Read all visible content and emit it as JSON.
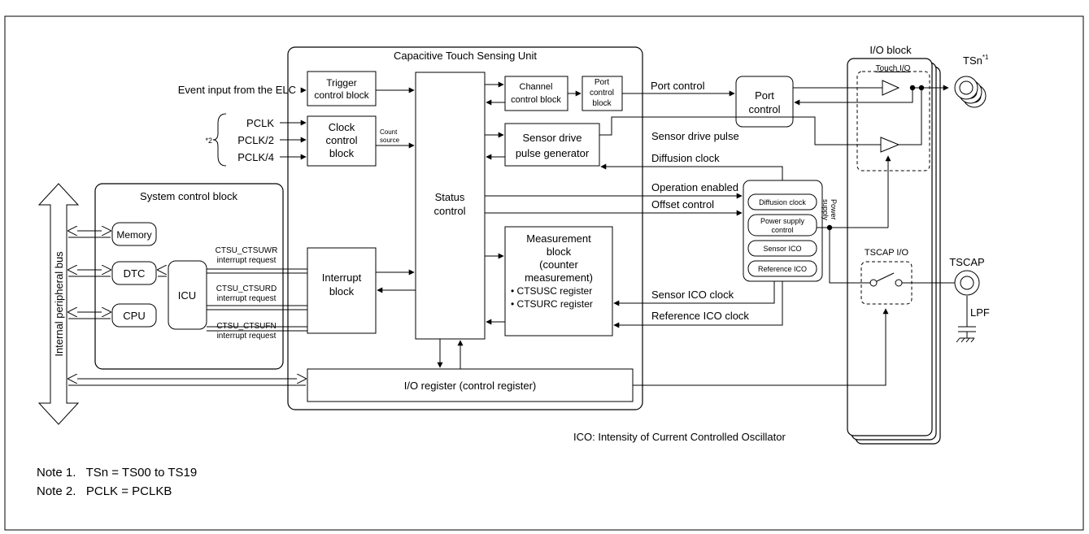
{
  "ctsu": {
    "title": "Capacitive Touch Sensing Unit"
  },
  "blocks": {
    "trigger": [
      "Trigger",
      "control block"
    ],
    "clock": [
      "Clock",
      "control",
      "block"
    ],
    "channel": [
      "Channel",
      "control block"
    ],
    "port_ctrl_block": [
      "Port",
      "control",
      "block"
    ],
    "port_control": [
      "Port",
      "control"
    ],
    "sensor_drive": [
      "Sensor drive",
      "pulse generator"
    ],
    "status": [
      "Status",
      "control"
    ],
    "measurement": [
      "Measurement",
      "block",
      "(counter",
      "measurement)",
      "• CTSUSC register",
      "• CTSURC register"
    ],
    "interrupt": [
      "Interrupt",
      "block"
    ],
    "io_register": "I/O register (control register)"
  },
  "inputs": {
    "elc": "Event input from the ELC",
    "pclk": "PCLK",
    "pclk2": "PCLK/2",
    "pclk4": "PCLK/4",
    "note2_mark": "*2",
    "count_source": [
      "Count",
      "source"
    ]
  },
  "system": {
    "title": "System control block",
    "memory": "Memory",
    "dtc": "DTC",
    "cpu": "CPU",
    "icu": "ICU",
    "bus": "Internal peripheral bus",
    "irq_wr": [
      "CTSU_CTSUWR",
      "interrupt request"
    ],
    "irq_rd": [
      "CTSU_CTSURD",
      "interrupt request"
    ],
    "irq_fn": [
      "CTSU_CTSUFN",
      "interrupt request"
    ]
  },
  "signals": {
    "port_control": "Port control",
    "sensor_drive_pulse": "Sensor drive pulse",
    "diffusion_clock": "Diffusion clock",
    "operation_enabled": "Operation enabled",
    "offset_control": "Offset control",
    "sensor_ico_clock": "Sensor ICO clock",
    "reference_ico_clock": "Reference ICO clock"
  },
  "power_block": {
    "diffusion": "Diffusion clock",
    "power_supply": [
      "Power supply",
      "control"
    ],
    "sensor_ico": "Sensor ICO",
    "reference_ico": "Reference ICO",
    "power_supply_label": [
      "Power",
      "supply"
    ]
  },
  "io_block": {
    "title": "I/O block",
    "touch_io": "Touch I/O",
    "tscap_io": "TSCAP I/O",
    "tsn": "TSn",
    "tsn_sup": "*1",
    "tscap": "TSCAP",
    "lpf": "LPF"
  },
  "ico_note": "ICO: Intensity of Current Controlled Oscillator",
  "notes": [
    "Note 1.   TSn = TS00 to TS19",
    "Note 2.   PCLK = PCLKB"
  ]
}
